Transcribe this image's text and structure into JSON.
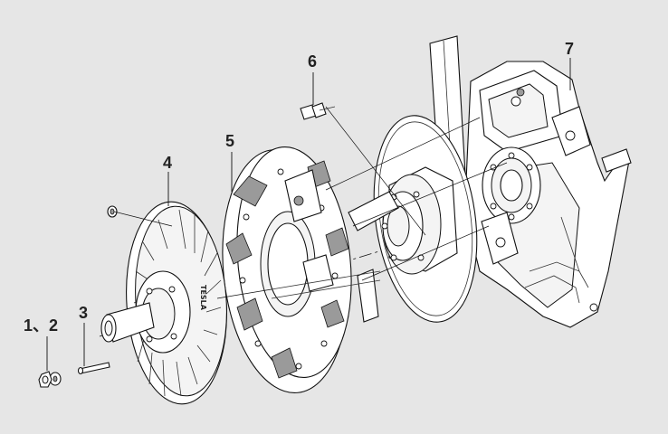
{
  "labels": {
    "part_1_2": "1、2",
    "part_3": "3",
    "part_4": "4",
    "part_5": "5",
    "part_6": "6",
    "part_7": "7"
  },
  "fan_text": "TESLA",
  "colors": {
    "background": "#e6e6e6",
    "line": "#111111",
    "fill": "#ffffff"
  }
}
